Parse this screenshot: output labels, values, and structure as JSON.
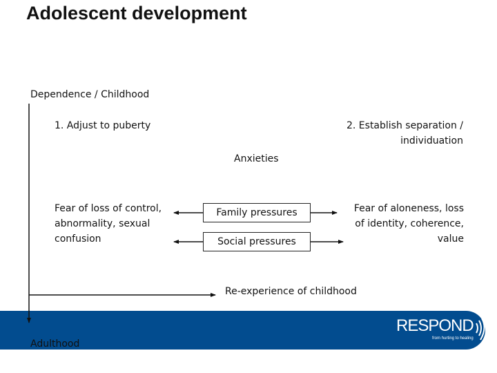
{
  "title": "Adolescent development",
  "start_label": "Dependence / Childhood",
  "end_label": "Adulthood",
  "task1": "1. Adjust to puberty",
  "task2": [
    "2. Establish separation /",
    "individuation"
  ],
  "center_label": "Anxieties",
  "left_fears": [
    "Fear of loss of control,",
    "abnormality, sexual",
    "confusion"
  ],
  "right_fears": [
    "Fear of aloneness, loss",
    "of identity, coherence,",
    "value"
  ],
  "boxes": {
    "family": "Family pressures",
    "social": "Social pressures"
  },
  "reexperience": "Re-experience of childhood",
  "logo": {
    "name": "RESPOND",
    "tagline": "from hurting to healing"
  },
  "colors": {
    "band": "#024c8f",
    "text": "#111111"
  }
}
